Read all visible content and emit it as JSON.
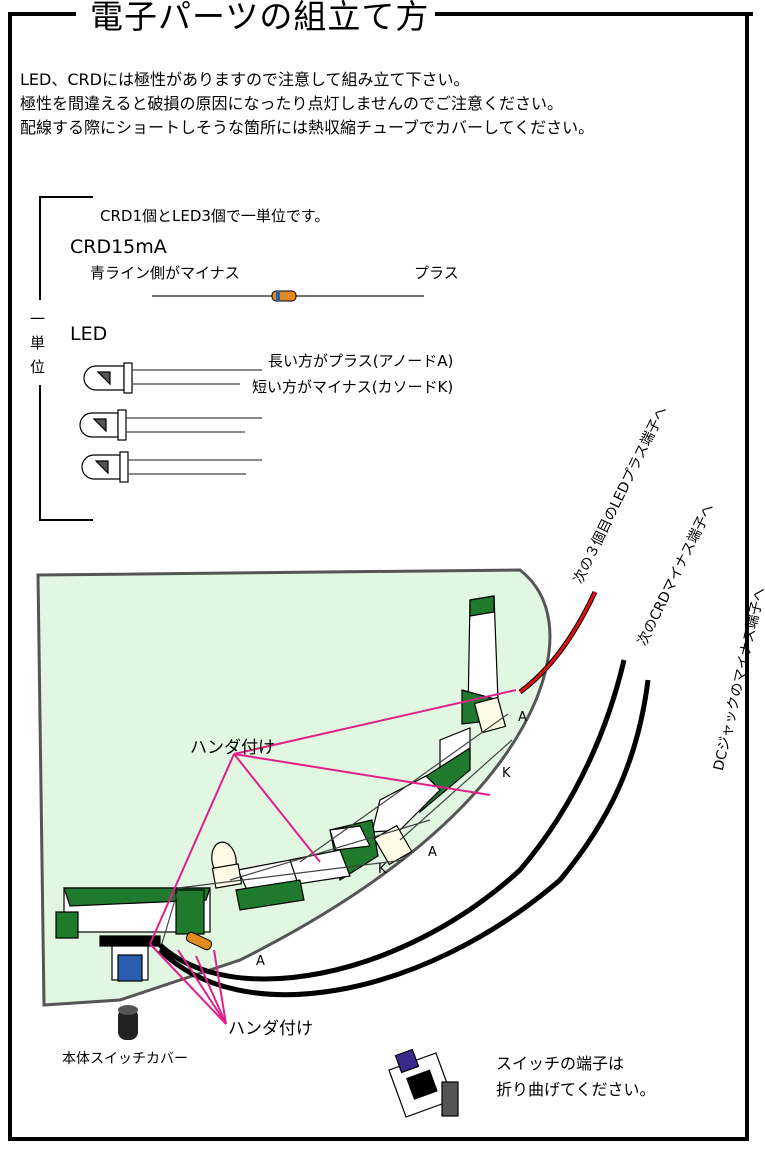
{
  "title": "電子パーツの組立て方",
  "notes": [
    "LED、CRDには極性がありますので注意して組み立て下さい。",
    "極性を間違えると破損の原因になったり点灯しませんのでご注意ください。",
    "配線する際にショートしそうな箇所には熱収縮チューブでカバーしてください。"
  ],
  "unit": {
    "caption": "CRD1個とLED3個で一単位です。",
    "side_label_1": "一",
    "side_label_2": "単",
    "side_label_3": "位",
    "crd_label": "CRD15mA",
    "crd_minus": "青ライン側がマイナス",
    "crd_plus": "プラス",
    "led_label": "LED",
    "led_long": "長い方がプラス(アノードA)",
    "led_short": "短い方がマイナス(カソードK)"
  },
  "wires": {
    "to_next_led": "次の３個目のLEDプラス端子へ",
    "to_next_crd": "次のCRDマイナス端子へ",
    "to_dc_jack": "DCジャックのマイナス端子へ"
  },
  "assembly": {
    "solder_top": "ハンダ付け",
    "solder_bottom": "ハンダ付け",
    "pin_a1": "A",
    "pin_k1": "K",
    "pin_a2": "A",
    "pin_k2": "K",
    "pin_a3": "A",
    "switch_cover": "本体スイッチカバー",
    "switch_note_1": "スイッチの端子は",
    "switch_note_2": "折り曲げてください。"
  },
  "colors": {
    "board_fill": "#e2f7e2",
    "part_green": "#1f7a2e",
    "solder_line": "#e0208a",
    "wire_red": "#e01010",
    "switch_blue": "#2a5fb0",
    "crd_orange": "#e08a20"
  }
}
